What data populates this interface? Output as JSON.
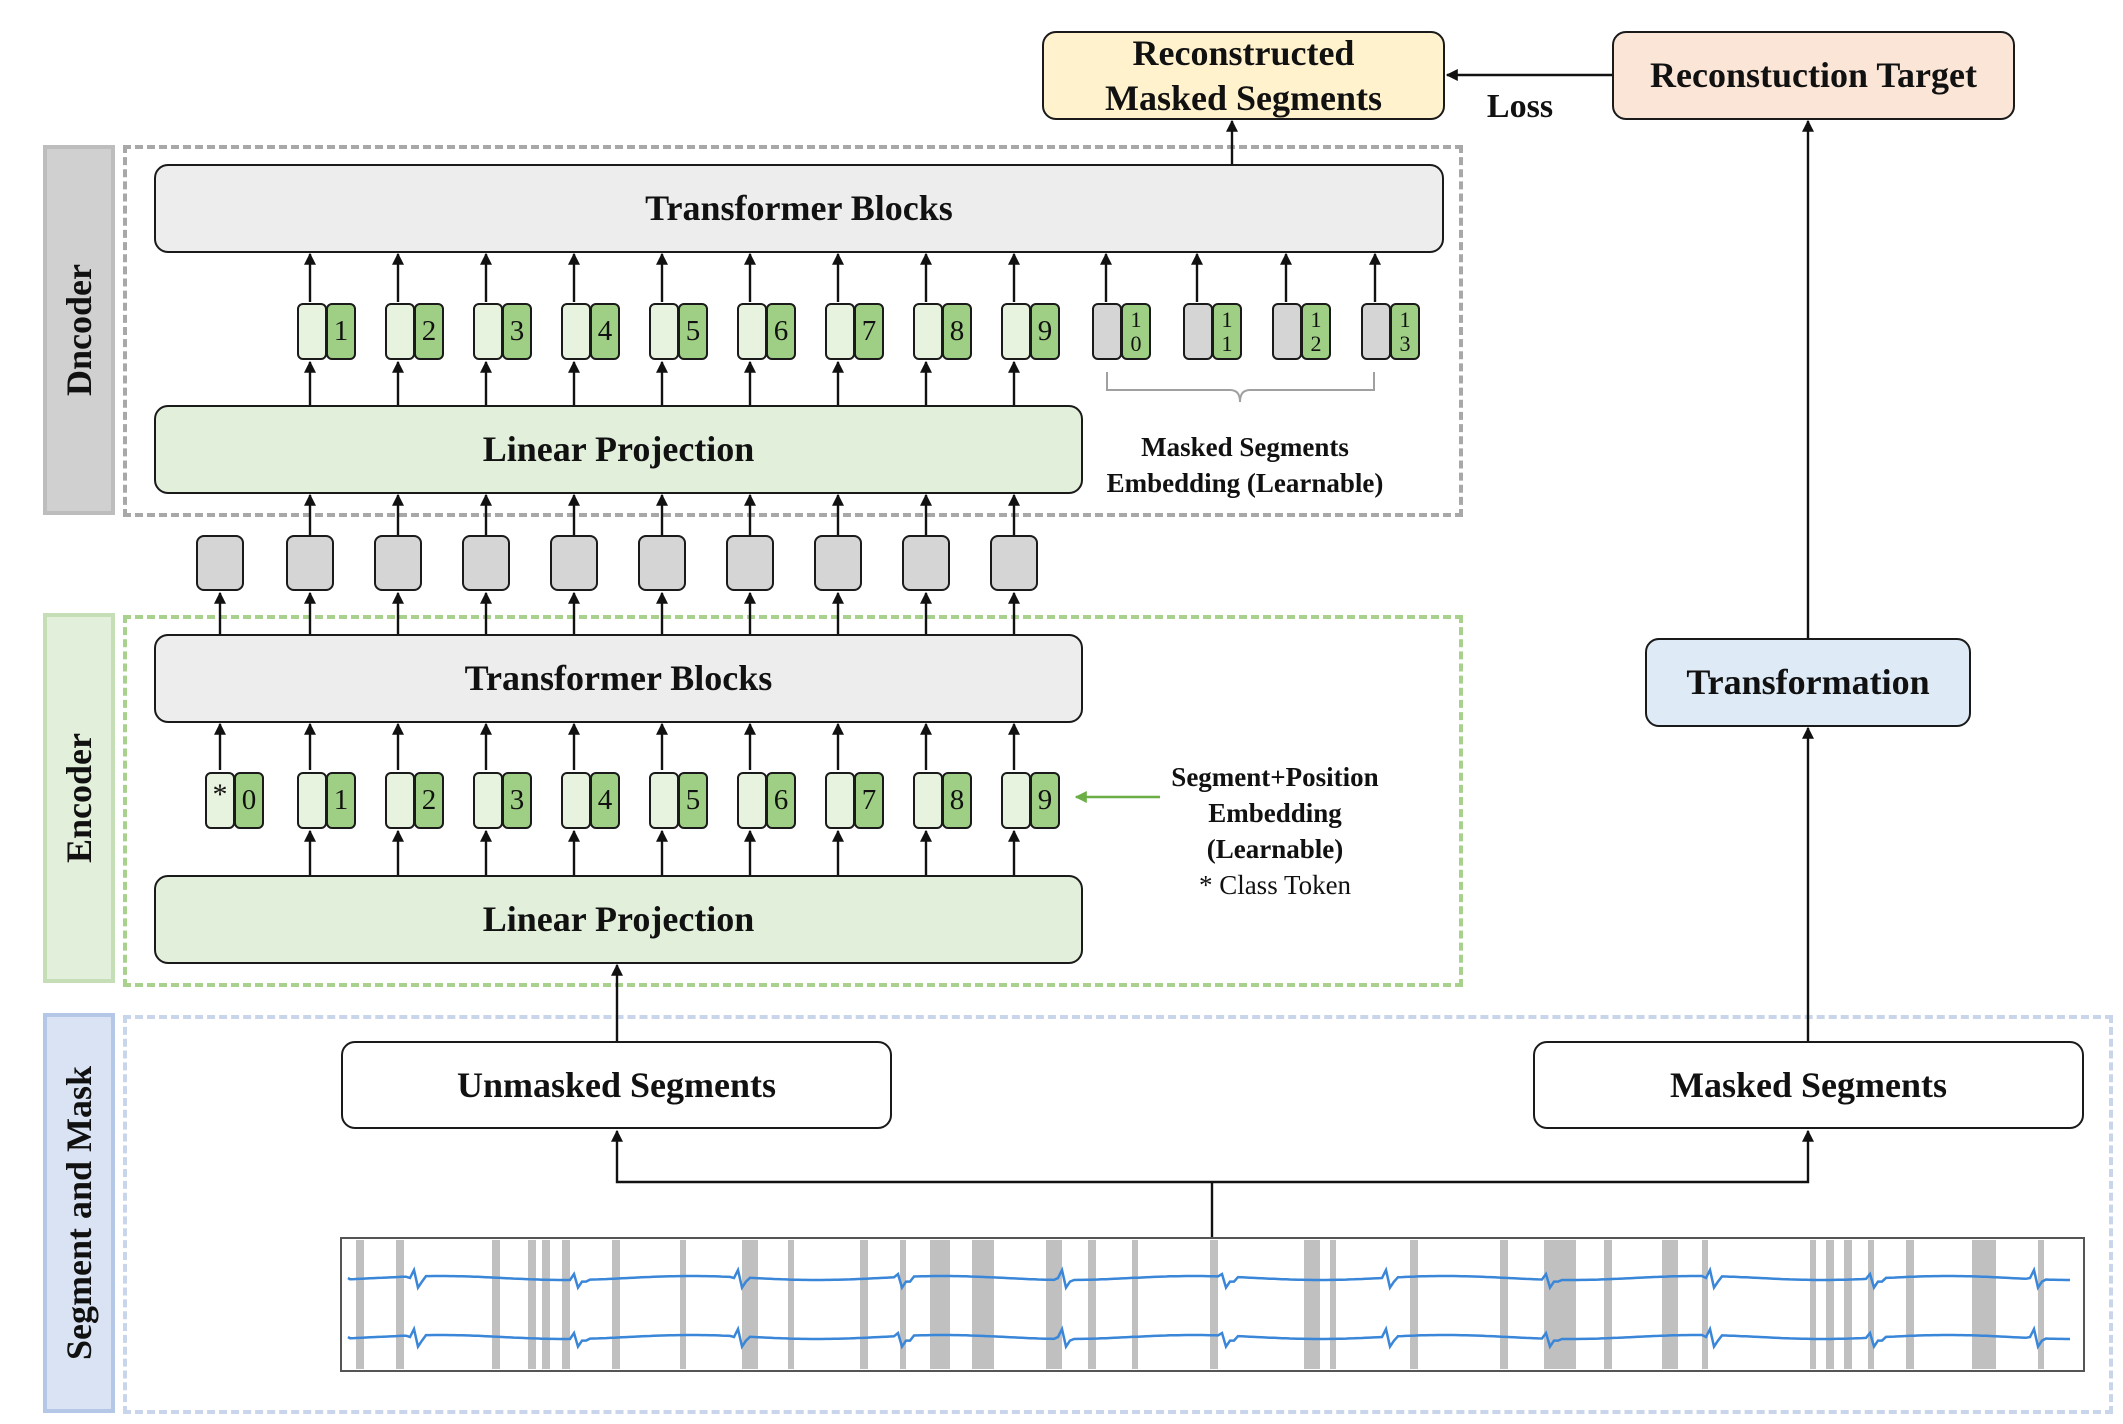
{
  "diagram": {
    "decoder_label": "Dncoder",
    "encoder_label": "Encoder",
    "segment_mask_label": "Segment and Mask",
    "reconstructed": "Reconstructed Masked Segments",
    "reconstructed_line1": "Reconstructed",
    "reconstructed_line2": "Masked Segments",
    "loss": "Loss",
    "target": "Reconstuction Target",
    "decoder_transformer": "Transformer Blocks",
    "decoder_projection": "Linear Projection",
    "encoder_transformer": "Transformer Blocks",
    "encoder_projection": "Linear Projection",
    "masked_embedding_line1": "Masked Segments",
    "masked_embedding_line2": "Embedding (Learnable)",
    "seg_pos_line1": "Segment+Position",
    "seg_pos_line2": "Embedding",
    "seg_pos_line3": "(Learnable)",
    "class_token_note": "* Class Token",
    "transformation": "Transformation",
    "unmasked_segments": "Unmasked Segments",
    "masked_segments": "Masked Segments",
    "class_token_symbol": "*",
    "decoder_tokens": [
      "1",
      "2",
      "3",
      "4",
      "5",
      "6",
      "7",
      "8",
      "9"
    ],
    "decoder_masked_tokens": [
      [
        "1",
        "0"
      ],
      [
        "1",
        "1"
      ],
      [
        "1",
        "2"
      ],
      [
        "1",
        "3"
      ]
    ],
    "encoder_tokens": [
      "0",
      "1",
      "2",
      "3",
      "4",
      "5",
      "6",
      "7",
      "8",
      "9"
    ],
    "colors": {
      "decoder_border": "#a8a8a8",
      "encoder_border": "#a9d18e",
      "segment_border": "#c9d5ea",
      "reconstructed_fill": "#fff2cc",
      "target_fill": "#fbe5d6",
      "transformation_fill": "#deebf7",
      "projection_fill": "#e2efda",
      "transformer_fill": "#ededed",
      "signal": "#3a86d8"
    }
  }
}
